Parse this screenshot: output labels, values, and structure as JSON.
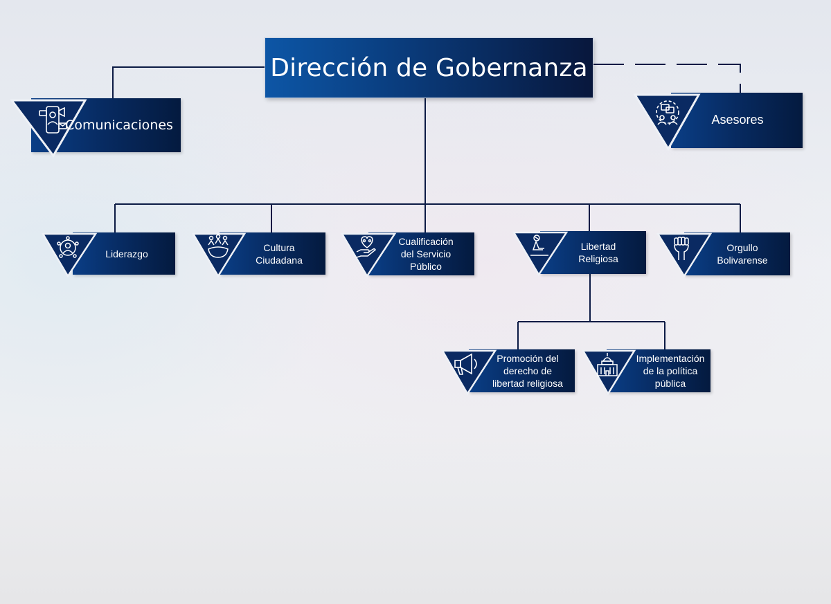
{
  "head": {
    "title": "Dirección de Gobernanza"
  },
  "nodes": {
    "comunicaciones": {
      "label": "Comunicaciones",
      "icon": "phone-chat-icon"
    },
    "asesores": {
      "label": "Asesores",
      "icon": "advisor-icon"
    },
    "liderazgo": {
      "label": "Liderazgo",
      "icon": "leadership-icon"
    },
    "cultura": {
      "label": "Cultura\nCiudadana",
      "icon": "citizens-icon"
    },
    "cualificacion": {
      "label": "Cualificación\ndel Servicio\nPúblico",
      "icon": "hand-heart-icon"
    },
    "libertad": {
      "label": "Libertad\nReligiosa",
      "icon": "praying-person-icon"
    },
    "orgullo": {
      "label": "Orgullo\nBolivarense",
      "icon": "raised-fist-icon"
    },
    "promocion": {
      "label": "Promoción del\nderecho de\nlibertad religiosa",
      "icon": "megaphone-icon"
    },
    "implementacion": {
      "label": "Implementación\nde la política\npública",
      "icon": "capitol-building-icon"
    }
  },
  "colors": {
    "connector": "#0b1a44",
    "box_start": "#0a3e86",
    "box_end": "#041a3f",
    "head_start": "#0d56a6",
    "head_end": "#08173c",
    "text": "#ffffff"
  }
}
